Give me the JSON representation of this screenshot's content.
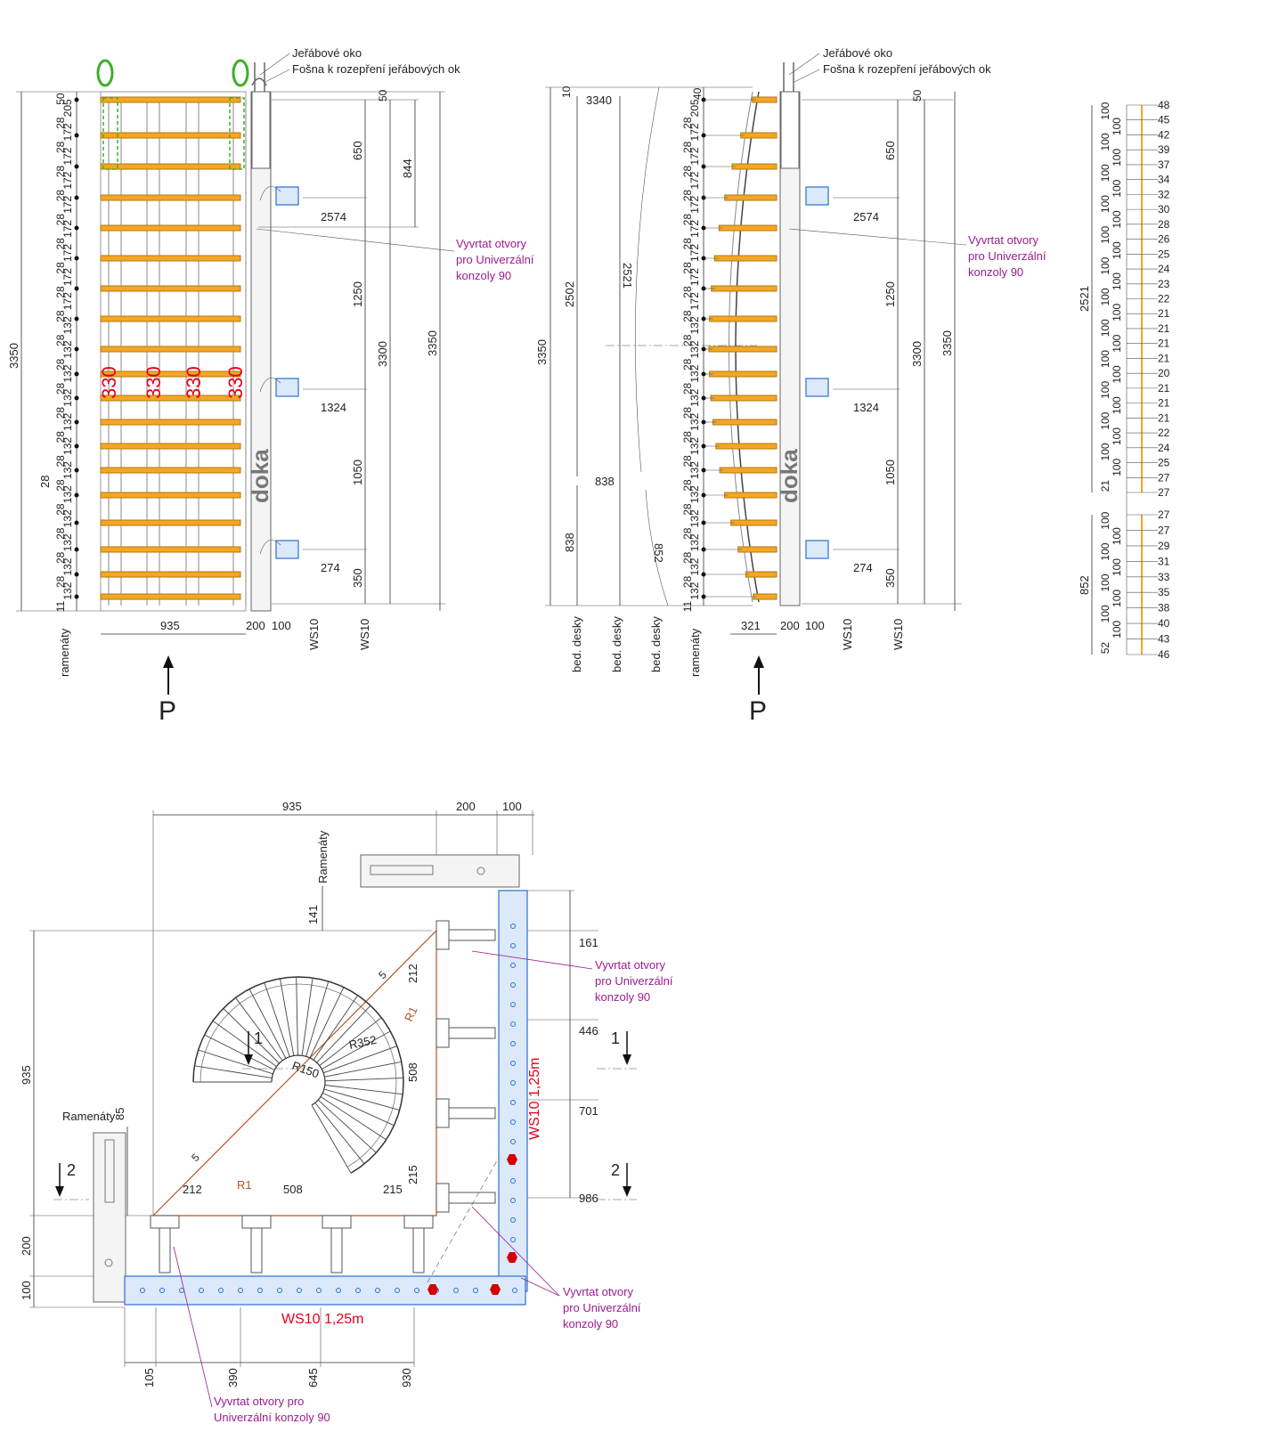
{
  "labels": {
    "crane_eye": "Jeřábové oko",
    "plank": "Fošna  k rozepření jeřábových ok",
    "drill_line1": "Vyvrtat otvory",
    "drill_line2": "pro Univerzální",
    "drill_line3": "konzoly 90",
    "drill_bottom_line1": "Vyvrtat otvory pro",
    "drill_bottom_line2": "Univerzální konzoly 90",
    "p_marker": "P",
    "rameny": "ramenáty",
    "Rameny": "Ramenáty",
    "bed_desky": "bed. desky",
    "ws10": "WS10",
    "ws10_long": "WS10 1,25m",
    "doka_text": "doka",
    "panel_code": "330",
    "section1": "1",
    "section2": "2",
    "radius_r1": "R1",
    "radius_r150": "R150",
    "radius_r352": "R352"
  },
  "left_view": {
    "height_total": "3350",
    "width": "935",
    "side_200": "200",
    "side_100": "100",
    "d650": "650",
    "d844": "844",
    "d1250": "1250",
    "d1050": "1050",
    "d350": "350",
    "d3300": "3300",
    "d3350": "3350",
    "d50": "50",
    "h2574": "2574",
    "h1324": "1324",
    "h274": "274",
    "rungs_left": [
      "50",
      "205",
      "28",
      "172",
      "28",
      "172",
      "28",
      "172",
      "28",
      "172",
      "28",
      "172",
      "28",
      "172",
      "28",
      "172",
      "28",
      "172",
      "28",
      "132",
      "28",
      "132",
      "28",
      "132",
      "28",
      "132",
      "28",
      "132",
      "28",
      "132",
      "28",
      "132",
      "28",
      "132",
      "28",
      "132",
      "28",
      "132",
      "28",
      "132",
      "28",
      "132",
      "11"
    ]
  },
  "middle_view": {
    "top10": "10",
    "d3340": "3340",
    "d2502": "2502",
    "d2521": "2521",
    "d3350": "3350",
    "d838a": "838",
    "d838b": "838",
    "d852": "852",
    "d321": "321",
    "d40": "40"
  },
  "right_view": {
    "top_total": "2521",
    "bottom_total": "852",
    "top_100s": [
      "100",
      "100",
      "100",
      "100",
      "100",
      "100",
      "100",
      "100",
      "100",
      "100",
      "100",
      "100",
      "100",
      "100",
      "100",
      "100",
      "100",
      "100",
      "100",
      "100",
      "100",
      "100",
      "100",
      "100",
      "21"
    ],
    "top_angles": [
      "48",
      "45",
      "42",
      "39",
      "37",
      "34",
      "32",
      "30",
      "28",
      "26",
      "25",
      "24",
      "23",
      "22",
      "21",
      "21",
      "21",
      "21",
      "20",
      "21",
      "21",
      "21",
      "22",
      "24",
      "25",
      "27",
      "27"
    ],
    "bottom_100s": [
      "100",
      "100",
      "100",
      "100",
      "100",
      "100",
      "100",
      "100",
      "52"
    ],
    "bottom_angles": [
      "27",
      "27",
      "29",
      "31",
      "33",
      "35",
      "38",
      "40",
      "43",
      "46"
    ]
  },
  "plan_view": {
    "top935": "935",
    "top200": "200",
    "top100": "100",
    "left935": "935",
    "left200": "200",
    "left100": "100",
    "d141": "141",
    "d85": "85",
    "d212a": "212",
    "d212b": "212",
    "d508a": "508",
    "d508b": "508",
    "d215a": "215",
    "d215b": "215",
    "d5a": "5",
    "d5b": "5",
    "d161": "161",
    "d446": "446",
    "d701": "701",
    "d986": "986",
    "b105": "105",
    "b390": "390",
    "b645": "645",
    "b930": "930"
  }
}
